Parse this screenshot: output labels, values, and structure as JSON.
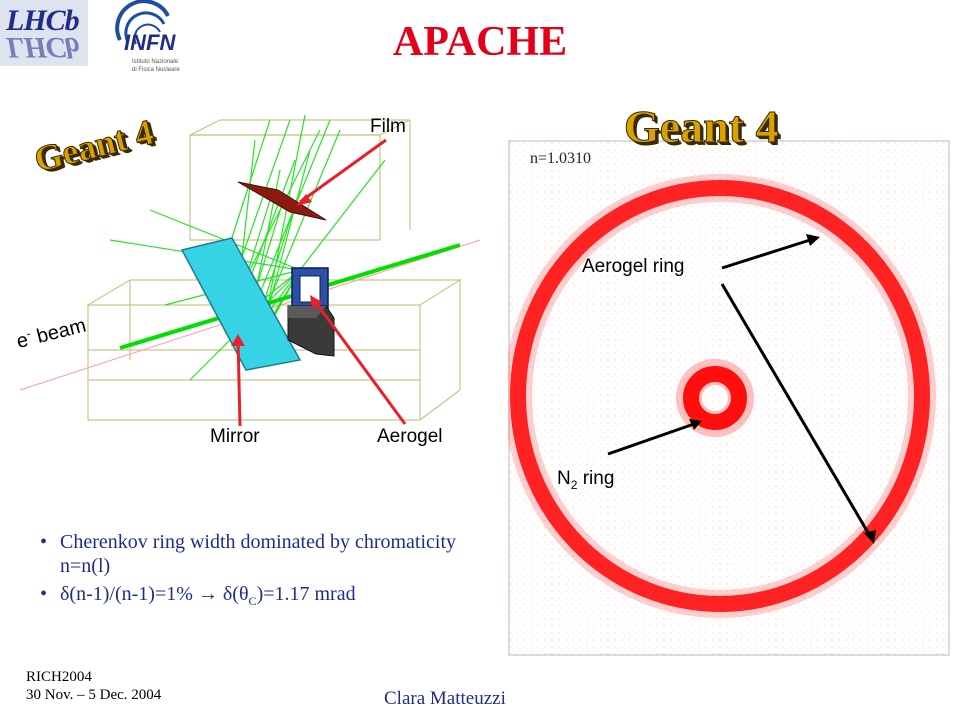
{
  "logos": {
    "lhcb": "LHCb",
    "infn": "INFN",
    "infn_subtitle_1": "Istituto Nazionale",
    "infn_subtitle_2": "di Fisica Nucleare"
  },
  "title": "APACHE",
  "left_figure": {
    "geant_label": "Geant 4",
    "film_label": "Film",
    "beam_label_main": "e",
    "beam_label_sup": "-",
    "beam_label_rest": " beam",
    "mirror_label": "Mirror",
    "aerogel_label": "Aerogel",
    "colors": {
      "arrow": "#e8202a",
      "tracks": "#00e000",
      "mirror": "#36d3e4",
      "film": "#8b1a10",
      "box": "#c9c58a",
      "beam_line": "#ff9aa0"
    }
  },
  "right_figure": {
    "geant_label": "Geant 4",
    "refractive_index": "n=1.0310",
    "aerogel_ring_label": "Aerogel ring",
    "n2_ring_label_main": "N",
    "n2_ring_label_sub": "2",
    "n2_ring_label_rest": " ring",
    "colors": {
      "ring": "#ff0000",
      "arrow": "#000000"
    }
  },
  "bullets": {
    "item1": "Cherenkov ring width dominated by chromaticity n=n(l)",
    "item2_a": "δ(n-1)/(n-1)=1% → δ(θ",
    "item2_sub": "C",
    "item2_b": ")=1.17 mrad"
  },
  "footer": {
    "conference": "RICH2004",
    "dates": "30 Nov. – 5 Dec. 2004",
    "author": "Clara Matteuzzi"
  },
  "colors": {
    "title": "#e4001b",
    "bullet_text": "#1f2d8a"
  }
}
